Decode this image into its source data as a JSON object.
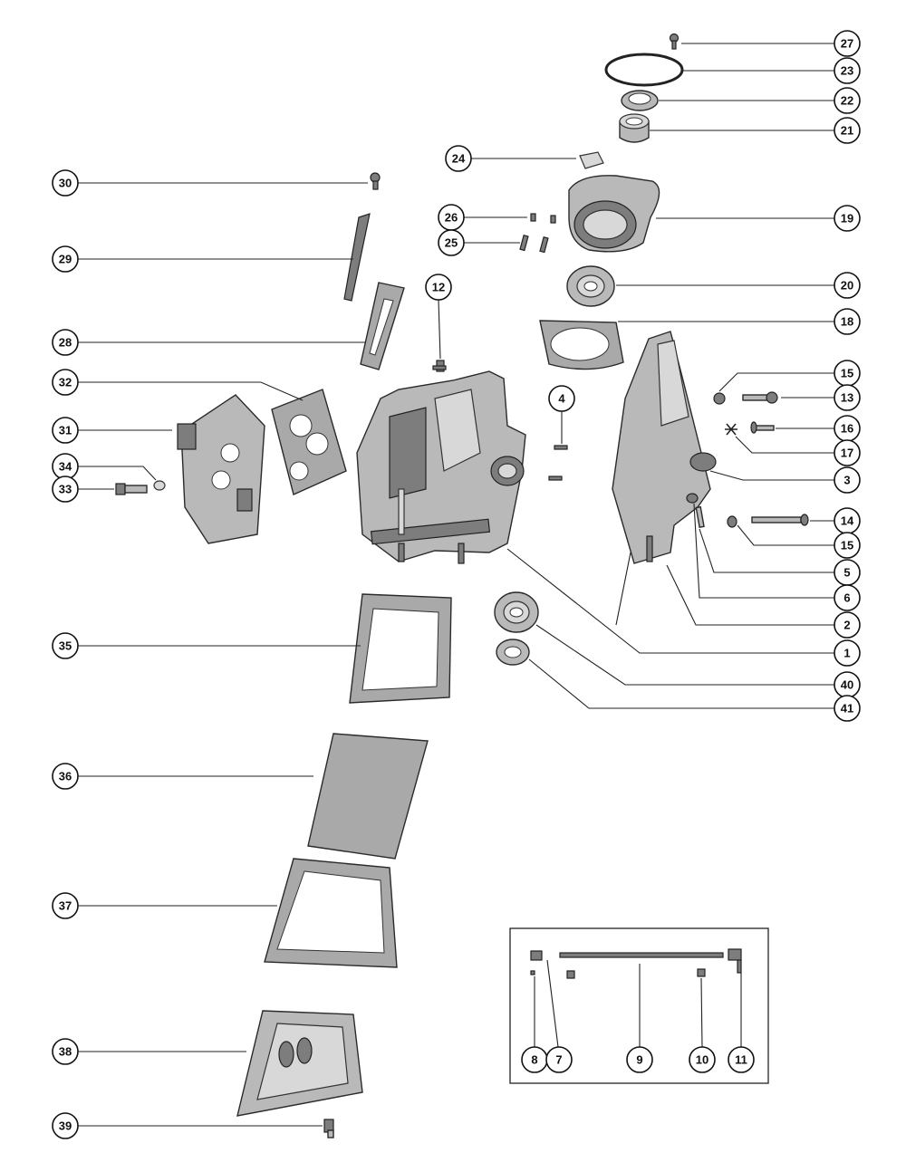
{
  "callouts": [
    {
      "id": "27",
      "label": "27"
    },
    {
      "id": "23",
      "label": "23"
    },
    {
      "id": "22",
      "label": "22"
    },
    {
      "id": "21",
      "label": "21"
    },
    {
      "id": "24",
      "label": "24"
    },
    {
      "id": "19",
      "label": "19"
    },
    {
      "id": "26",
      "label": "26"
    },
    {
      "id": "25",
      "label": "25"
    },
    {
      "id": "20",
      "label": "20"
    },
    {
      "id": "18",
      "label": "18"
    },
    {
      "id": "30",
      "label": "30"
    },
    {
      "id": "29",
      "label": "29"
    },
    {
      "id": "12",
      "label": "12"
    },
    {
      "id": "28",
      "label": "28"
    },
    {
      "id": "32",
      "label": "32"
    },
    {
      "id": "4",
      "label": "4"
    },
    {
      "id": "15a",
      "label": "15"
    },
    {
      "id": "13",
      "label": "13"
    },
    {
      "id": "16",
      "label": "16"
    },
    {
      "id": "17",
      "label": "17"
    },
    {
      "id": "3",
      "label": "3"
    },
    {
      "id": "31",
      "label": "31"
    },
    {
      "id": "34",
      "label": "34"
    },
    {
      "id": "33",
      "label": "33"
    },
    {
      "id": "14",
      "label": "14"
    },
    {
      "id": "15b",
      "label": "15"
    },
    {
      "id": "5",
      "label": "5"
    },
    {
      "id": "6",
      "label": "6"
    },
    {
      "id": "2",
      "label": "2"
    },
    {
      "id": "1",
      "label": "1"
    },
    {
      "id": "35",
      "label": "35"
    },
    {
      "id": "40",
      "label": "40"
    },
    {
      "id": "41",
      "label": "41"
    },
    {
      "id": "36",
      "label": "36"
    },
    {
      "id": "37",
      "label": "37"
    },
    {
      "id": "38",
      "label": "38"
    },
    {
      "id": "39",
      "label": "39"
    },
    {
      "id": "8",
      "label": "8"
    },
    {
      "id": "7",
      "label": "7"
    },
    {
      "id": "9",
      "label": "9"
    },
    {
      "id": "10",
      "label": "10"
    },
    {
      "id": "11",
      "label": "11"
    }
  ]
}
